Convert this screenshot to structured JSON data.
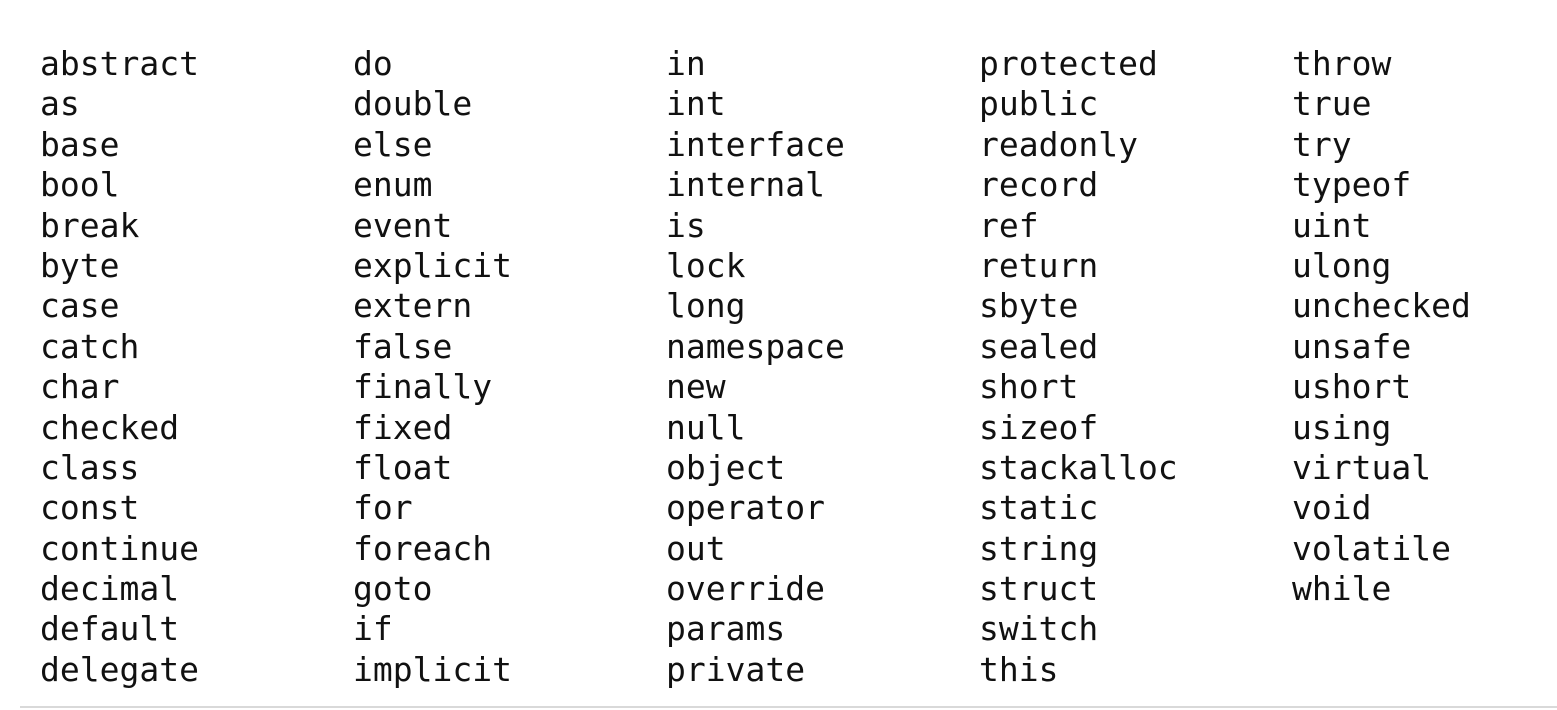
{
  "columns": [
    [
      "abstract",
      "as",
      "base",
      "bool",
      "break",
      "byte",
      "case",
      "catch",
      "char",
      "checked",
      "class",
      "const",
      "continue",
      "decimal",
      "default",
      "delegate"
    ],
    [
      "do",
      "double",
      "else",
      "enum",
      "event",
      "explicit",
      "extern",
      "false",
      "finally",
      "fixed",
      "float",
      "for",
      "foreach",
      "goto",
      "if",
      "implicit"
    ],
    [
      "in",
      "int",
      "interface",
      "internal",
      "is",
      "lock",
      "long",
      "namespace",
      "new",
      "null",
      "object",
      "operator",
      "out",
      "override",
      "params",
      "private"
    ],
    [
      "protected",
      "public",
      "readonly",
      "record",
      "ref",
      "return",
      "sbyte",
      "sealed",
      "short",
      "sizeof",
      "stackalloc",
      "static",
      "string",
      "struct",
      "switch",
      "this"
    ],
    [
      "throw",
      "true",
      "try",
      "typeof",
      "uint",
      "ulong",
      "unchecked",
      "unsafe",
      "ushort",
      "using",
      "virtual",
      "void",
      "volatile",
      "while"
    ]
  ]
}
